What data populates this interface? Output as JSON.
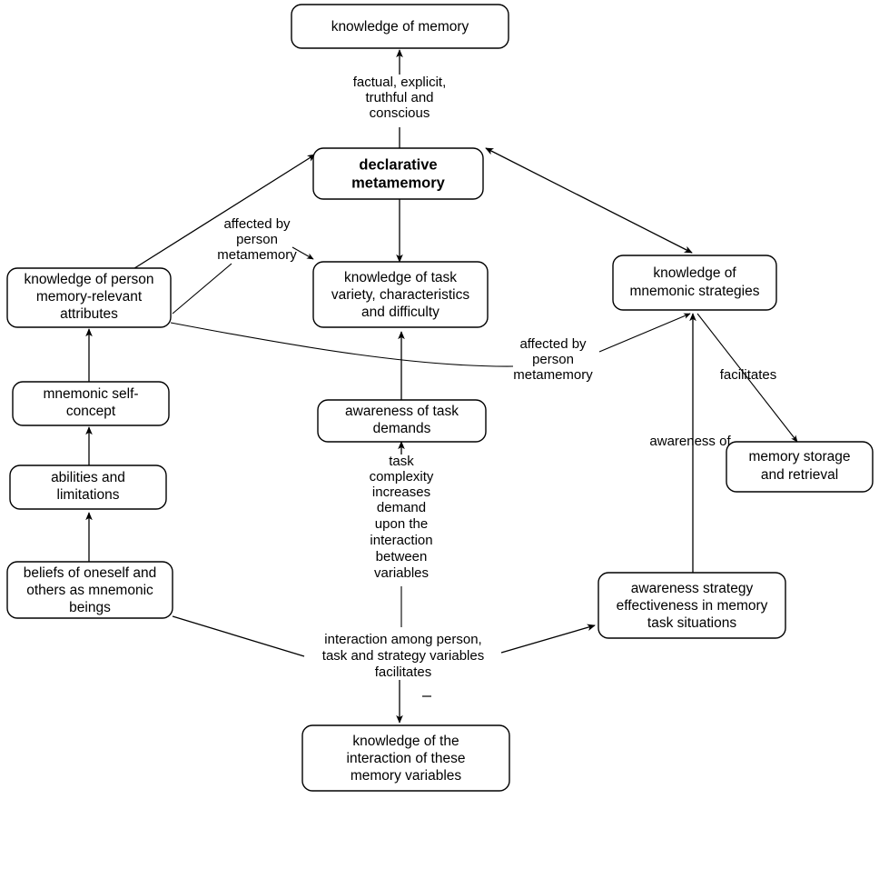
{
  "diagram": {
    "title": "declarative metamemory concept map",
    "colors": {
      "stroke": "#000000",
      "fill": "#ffffff",
      "text": "#000000"
    },
    "nodes": [
      {
        "id": "knowledge-of-memory",
        "lines": [
          "knowledge of memory"
        ],
        "bold": false
      },
      {
        "id": "declarative-metamemory",
        "lines": [
          "declarative",
          "metamemory"
        ],
        "bold": true
      },
      {
        "id": "knowledge-of-person",
        "lines": [
          "knowledge of person",
          "memory-relevant",
          "attributes"
        ],
        "bold": false
      },
      {
        "id": "knowledge-of-task",
        "lines": [
          "knowledge of task",
          "variety, characteristics",
          "and difficulty"
        ],
        "bold": false
      },
      {
        "id": "knowledge-of-mnemonic-strategies",
        "lines": [
          "knowledge of",
          "mnemonic strategies"
        ],
        "bold": false
      },
      {
        "id": "mnemonic-self-concept",
        "lines": [
          "mnemonic self-",
          "concept"
        ],
        "bold": false
      },
      {
        "id": "abilities-and-limitations",
        "lines": [
          "abilities and",
          "limitations"
        ],
        "bold": false
      },
      {
        "id": "beliefs-of-oneself",
        "lines": [
          "beliefs of oneself and",
          "others as mnemonic",
          "beings"
        ],
        "bold": false
      },
      {
        "id": "awareness-of-task-demands",
        "lines": [
          "awareness of task",
          "demands"
        ],
        "bold": false
      },
      {
        "id": "memory-storage-and-retrieval",
        "lines": [
          "memory storage",
          "and retrieval"
        ],
        "bold": false
      },
      {
        "id": "awareness-strategy-effectiveness",
        "lines": [
          "awareness strategy",
          "effectiveness in memory",
          "task situations"
        ],
        "bold": false
      },
      {
        "id": "knowledge-of-interaction",
        "lines": [
          "knowledge of the",
          "interaction of these",
          "memory variables"
        ],
        "bold": false
      }
    ],
    "edge_labels": [
      {
        "id": "factual-explicit",
        "lines": [
          "factual, explicit,",
          "truthful and",
          "conscious"
        ]
      },
      {
        "id": "affected-by-person-metamemory-left",
        "lines": [
          "affected by",
          "person",
          "metamemory"
        ]
      },
      {
        "id": "affected-by-person-metamemory-right",
        "lines": [
          "affected by",
          "person",
          "metamemory"
        ]
      },
      {
        "id": "task-complexity",
        "lines": [
          "task",
          "complexity",
          "increases",
          "demand",
          "upon the",
          "interaction",
          "between",
          "variables"
        ]
      },
      {
        "id": "interaction-among-variables",
        "lines": [
          "interaction among person,",
          "task and strategy variables",
          "facilitates"
        ]
      },
      {
        "id": "facilitates",
        "lines": [
          "facilitates"
        ]
      },
      {
        "id": "awareness-of",
        "lines": [
          "awareness of"
        ]
      }
    ]
  }
}
